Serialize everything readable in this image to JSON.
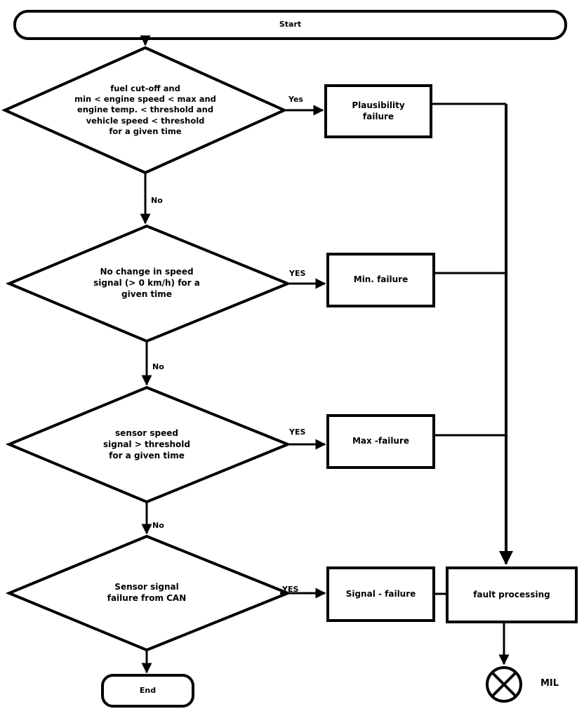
{
  "diagram": {
    "title": "Vehicle speed sensor diagnostic flowchart",
    "stroke_color": "#000000",
    "background_color": "#ffffff",
    "terminators": {
      "start": {
        "label": "Start"
      },
      "end": {
        "label": "End"
      }
    },
    "decisions": [
      {
        "id": "plausibility-check",
        "label": "fuel cut-off and\nmin < engine speed < max and\nengine temp. < threshold and\nvehicle speed < threshold\nfor a given time",
        "yes_label": "Yes",
        "no_label": "No"
      },
      {
        "id": "min-check",
        "label": "No change in speed\nsignal (> 0 km/h) for a\ngiven time",
        "yes_label": "YES",
        "no_label": "No"
      },
      {
        "id": "max-check",
        "label": "sensor speed\nsignal  > threshold\nfor a given time",
        "yes_label": "YES",
        "no_label": "No"
      },
      {
        "id": "can-check",
        "label": "Sensor signal\nfailure from CAN",
        "yes_label": "YES",
        "no_label": ""
      }
    ],
    "processes": [
      {
        "id": "plausibility-failure",
        "label": "Plausibility\nfailure"
      },
      {
        "id": "min-failure",
        "label": "Min. failure"
      },
      {
        "id": "max-failure",
        "label": "Max -failure"
      },
      {
        "id": "signal-failure",
        "label": "Signal - failure"
      },
      {
        "id": "fault-processing",
        "label": "fault processing"
      }
    ],
    "indicator": {
      "id": "mil",
      "label": "MIL",
      "glyph": "crossed-circle"
    }
  }
}
